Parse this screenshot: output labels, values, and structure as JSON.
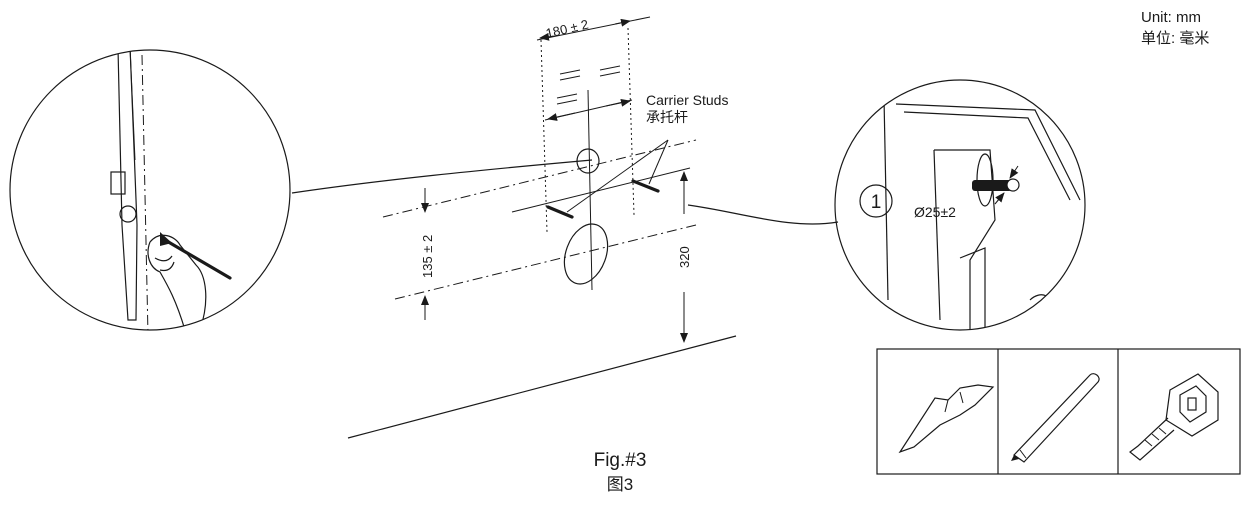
{
  "unit": {
    "en": "Unit: mm",
    "zh": "单位: 毫米"
  },
  "dimensions": {
    "stud_spacing": "180 ± 2",
    "vertical_spacing": "135 ± 2",
    "height": "320",
    "diameter": "Ø25±2"
  },
  "labels": {
    "carrier_studs_en": "Carrier Studs",
    "carrier_studs_zh": "承托杆",
    "callout_number": "1"
  },
  "caption": {
    "en": "Fig.#3",
    "zh": "图3"
  },
  "tools": [
    {
      "icon": "utility-knife-icon"
    },
    {
      "icon": "pencil-icon"
    },
    {
      "icon": "tape-measure-icon"
    }
  ]
}
